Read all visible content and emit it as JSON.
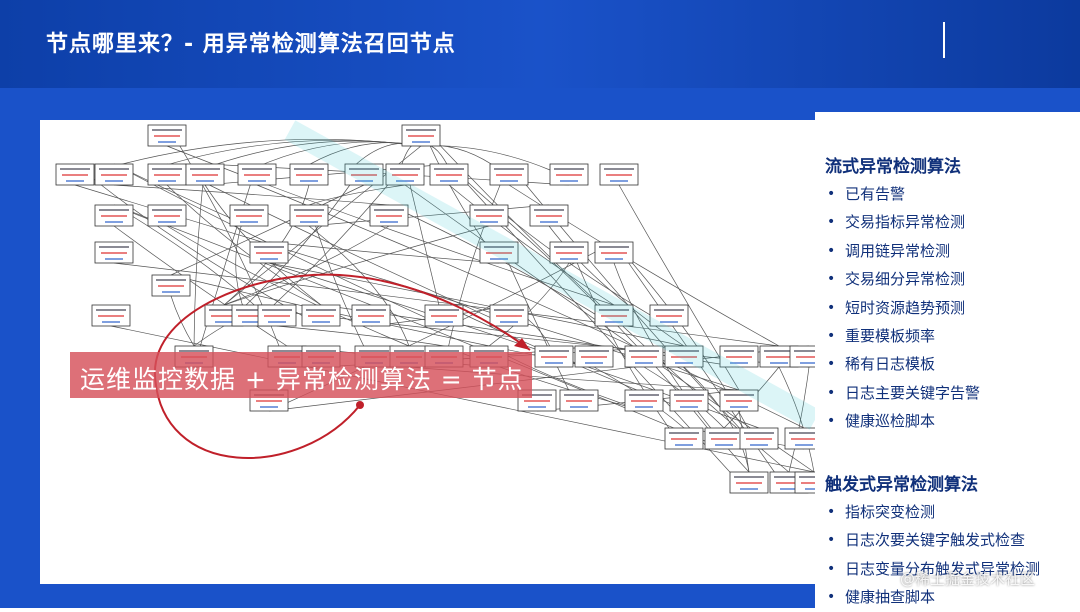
{
  "slide": {
    "title": "节点哪里来？- 用异常检测算法召回节点"
  },
  "banner": {
    "text": "运维监控数据 + 异常检测算法 = 节点"
  },
  "right_panel": {
    "streaming": {
      "title": "流式异常检测算法",
      "items": [
        "已有告警",
        "交易指标异常检测",
        "调用链异常检测",
        "交易细分异常检测",
        "短时资源趋势预测",
        "重要模板频率",
        "稀有日志模板",
        "日志主要关键字告警",
        "健康巡检脚本"
      ]
    },
    "triggered": {
      "title": "触发式异常检测算法",
      "items": [
        "指标突变检测",
        "日志次要关键字触发式检查",
        "日志变量分布触发式异常检测",
        "健康抽查脚本"
      ]
    }
  },
  "watermark": {
    "text": "@稀土掘金技术社区"
  },
  "colors": {
    "header_blue": "#1a52c9",
    "text_navy": "#10307a",
    "banner_red": "#d6505a",
    "arrow_red": "#c0202a"
  }
}
